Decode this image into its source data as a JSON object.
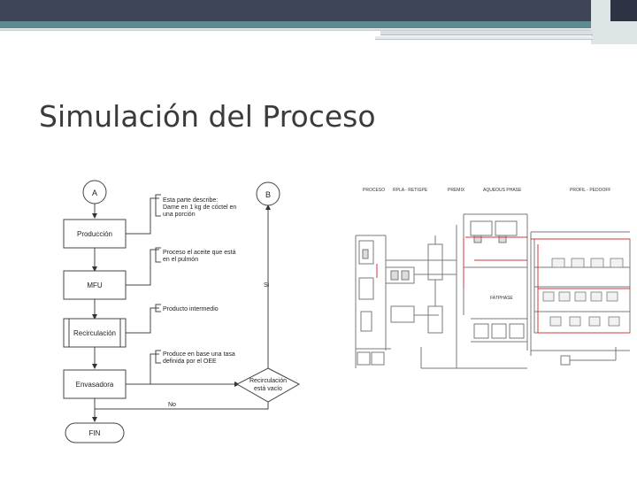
{
  "slide": {
    "title": "Simulación del Proceso"
  },
  "flowchart": {
    "connector_a": "A",
    "connector_b": "B",
    "process_produccion": "Producción",
    "process_mfu": "MFU",
    "process_recirculacion": "Recirculación",
    "process_envasadora": "Envasadora",
    "decision_text_line1": "Recirculación",
    "decision_text_line2": "está vacío",
    "terminal_fin": "FIN",
    "label_si": "Si",
    "label_no": "No",
    "note_1_line1": "Esta parte describe:",
    "note_1_line2": "Dame en 1 kg de cóctel en",
    "note_1_line3": "una porción",
    "note_2_line1": "Proceso el aceite que está",
    "note_2_line2": "en el pulmón",
    "note_3_line1": "Producto intermedio",
    "note_4_line1": "Produce en base una tasa",
    "note_4_line2": "definida por el OEE"
  },
  "pid": {
    "header_1": "PROCESO",
    "header_2": "RPLA - RETIGPE",
    "header_3": "PREMIX",
    "header_4": "AQUEOUS PHASE",
    "header_5": "PROFIL - PEDOOFF",
    "sub_label": "FATPHASE"
  }
}
